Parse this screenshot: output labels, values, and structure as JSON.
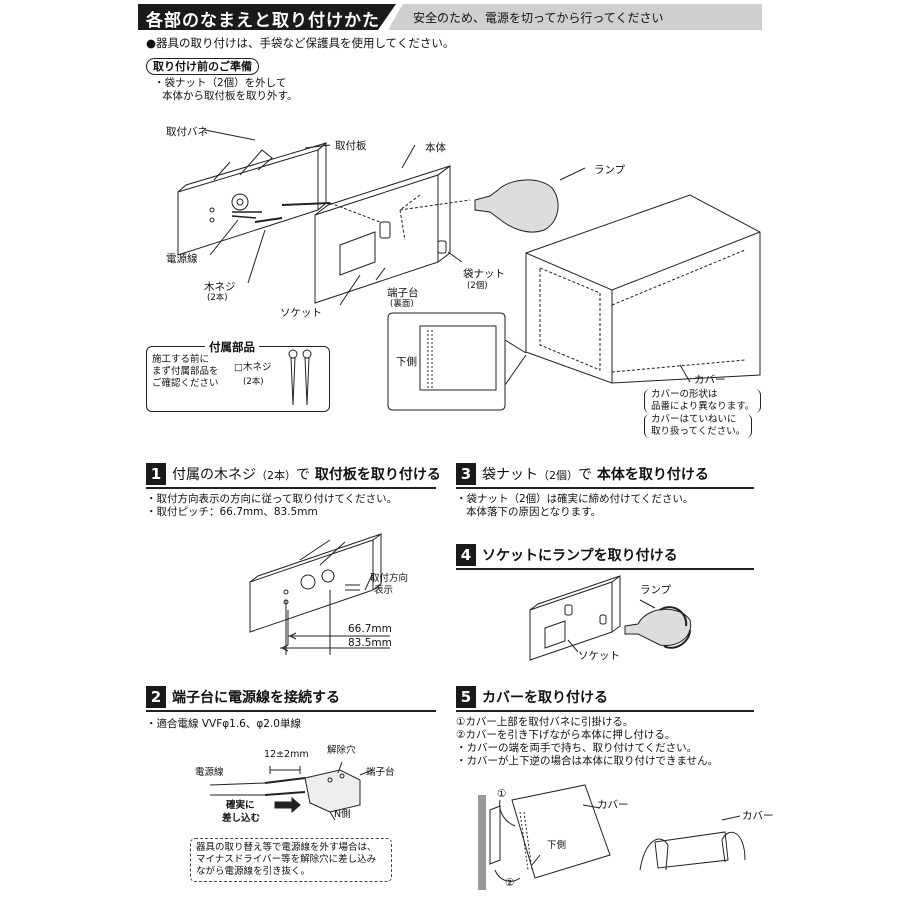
{
  "header": {
    "title": "各部のなまえと取り付けかた",
    "safety_note": "安全のため、電源を切ってから行ってください"
  },
  "intro": "●器具の取り付けは、手袋など保護具を使用してください。",
  "preparation": {
    "badge": "取り付け前のご準備",
    "line1": "・袋ナット（2個）を外して",
    "line2": "本体から取付板を取り外す。"
  },
  "parts": {
    "spring": "取付バネ",
    "plate": "取付板",
    "body": "本体",
    "lamp": "ランプ",
    "wire": "電源線",
    "screw": "木ネジ",
    "screw_count": "(2本)",
    "socket": "ソケット",
    "terminal": "端子台",
    "terminal_sub": "(裏面)",
    "cap_nut": "袋ナット",
    "cap_nut_count": "(2個)",
    "bottom_side": "下側",
    "cover": "カバー",
    "cover_note1_a": "カバーの形状は",
    "cover_note1_b": "品番により異なります。",
    "cover_note2_a": "カバーはていねいに",
    "cover_note2_b": "取り扱ってください。"
  },
  "accessories": {
    "title": "付属部品",
    "line1": "施工する前に",
    "line2": "まず付属部品を",
    "line3": "ご確認ください",
    "item": "□木ネジ",
    "item_count": "(2本)"
  },
  "step1": {
    "num": "1",
    "title_a": "付属の木ネジ",
    "title_b": "（2本）",
    "title_c": "で",
    "title_d": "取付板を取り付ける",
    "line1": "・取付方向表示の方向に従って取り付けてください。",
    "line2": "・取付ピッチ：66.7mm、83.5mm",
    "dir_label_a": "取付方向",
    "dir_label_b": "表示",
    "dim1": "66.7mm",
    "dim2": "83.5mm"
  },
  "step2": {
    "num": "2",
    "title": "端子台に電源線を接続する",
    "line1": "・適合電線 VVFφ1.6、φ2.0単線",
    "strip": "12±2mm",
    "release_hole": "解除穴",
    "wire": "電源線",
    "terminal": "端子台",
    "push_a": "確実に",
    "push_b": "差し込む",
    "n_side": "N側",
    "note1": "器具の取り替え等で電源線を外す場合は、",
    "note2": "マイナスドライバー等を解除穴に差し込み",
    "note3": "ながら電源線を引き抜く。"
  },
  "step3": {
    "num": "3",
    "title_a": "袋ナット",
    "title_b": "（2個）",
    "title_c": "で",
    "title_d": "本体を取り付ける",
    "line1": "・袋ナット（2個）は確実に締め付けてください。",
    "line2": "本体落下の原因となります。"
  },
  "step4": {
    "num": "4",
    "title": "ソケットにランプを取り付ける",
    "lamp": "ランプ",
    "socket": "ソケット"
  },
  "step5": {
    "num": "5",
    "title": "カバーを取り付ける",
    "line1": "①カバー上部を取付バネに引掛ける。",
    "line2": "②カバーを引き下げながら本体に押し付ける。",
    "line3": "・カバーの端を両手で持ち、取り付けてください。",
    "line4": "・カバーが上下逆の場合は本体に取り付けできません。",
    "mark1": "①",
    "mark2": "②",
    "cover": "カバー",
    "bottom": "下側",
    "cover2": "カバー"
  }
}
